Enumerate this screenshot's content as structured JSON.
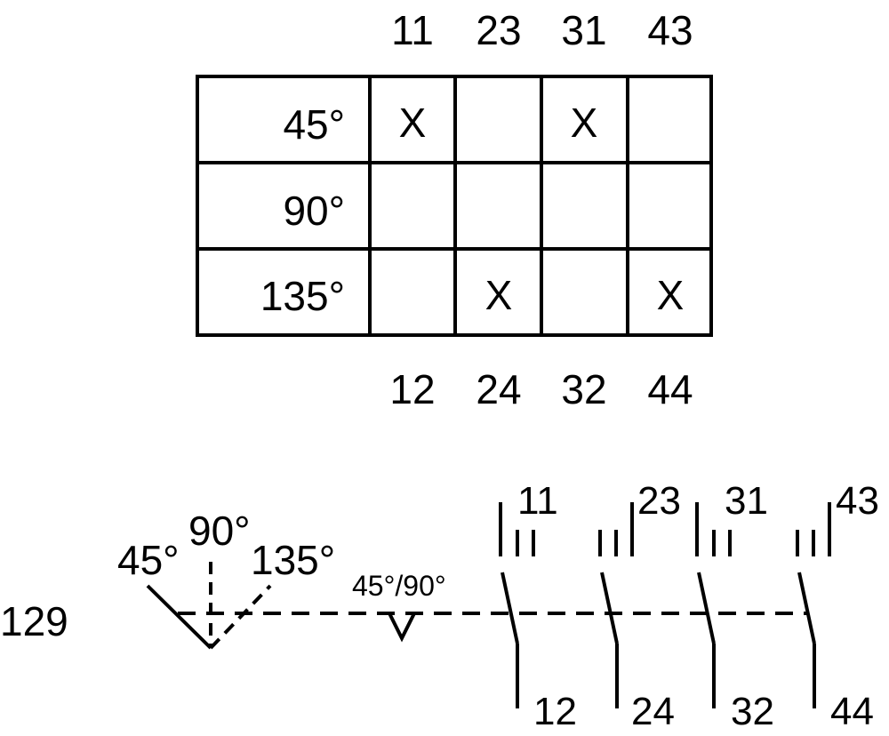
{
  "table": {
    "top_terminals": [
      "11",
      "23",
      "31",
      "43"
    ],
    "bottom_terminals": [
      "12",
      "24",
      "32",
      "44"
    ],
    "rows": [
      {
        "angle": "45°",
        "cells": [
          "X",
          "",
          "X",
          ""
        ]
      },
      {
        "angle": "90°",
        "cells": [
          "",
          "",
          "",
          ""
        ]
      },
      {
        "angle": "135°",
        "cells": [
          "",
          "X",
          "",
          "X"
        ]
      }
    ]
  },
  "diagram": {
    "id_label": "129",
    "selector_angles": [
      "45°",
      "90°",
      "135°"
    ],
    "detent_label": "45°/90°",
    "contacts": [
      {
        "top": "11",
        "bottom": "12"
      },
      {
        "top": "23",
        "bottom": "24"
      },
      {
        "top": "31",
        "bottom": "32"
      },
      {
        "top": "43",
        "bottom": "44"
      }
    ]
  }
}
